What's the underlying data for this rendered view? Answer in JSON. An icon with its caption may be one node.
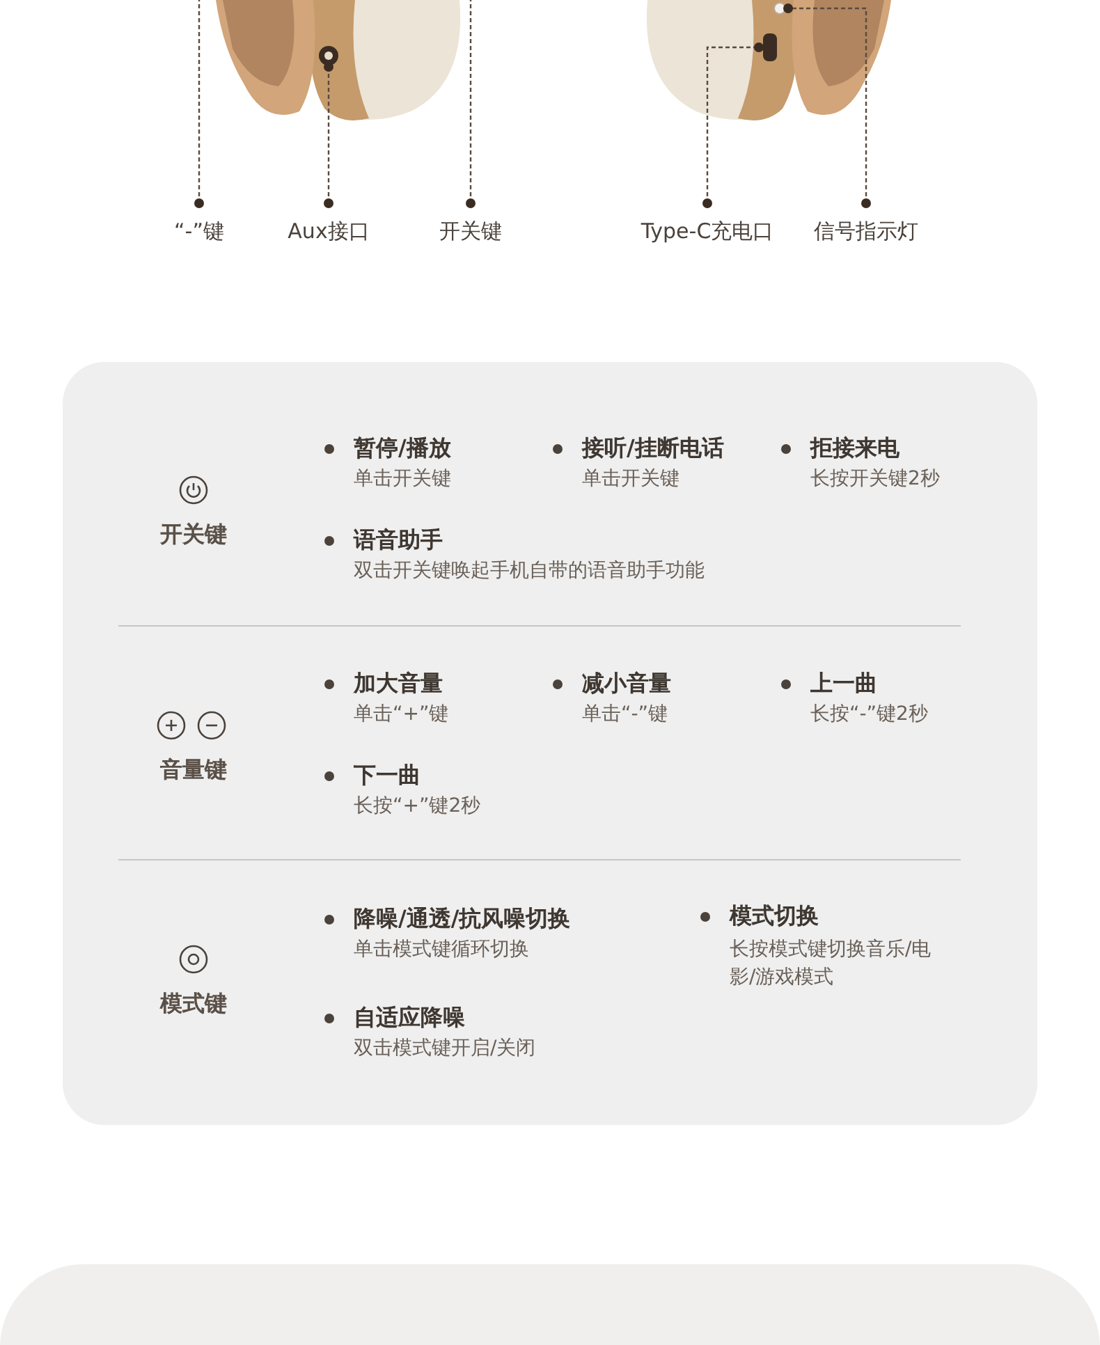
{
  "diagram": {
    "nodes": [
      {
        "text": [],
        "shape": "picture"
      },
      {
        "text": [],
        "shape": "picture",
        "in": 0
      },
      {
        "text": [],
        "shape": "picture"
      },
      {
        "text": [],
        "shape": "box",
        "in": 2
      },
      {
        "text": [],
        "shape": "circle",
        "in": 2
      },
      {
        "text": [
          "“-”键"
        ]
      },
      {
        "text": [
          "Aux接口"
        ]
      },
      {
        "text": [
          "开关键"
        ]
      },
      {
        "text": [
          "Type-C充电口"
        ]
      },
      {
        "text": [
          "信号指示灯"
        ]
      }
    ],
    "edges": [
      {
        "from": 5,
        "to": 0,
        "arrow": "other",
        "style": "dashed"
      },
      {
        "from": 6,
        "to": 1,
        "arrow": "other",
        "style": "dashed"
      },
      {
        "from": 7,
        "to": 0,
        "arrow": "other",
        "style": "dashed"
      },
      {
        "from": 8,
        "to": 3,
        "arrow": "other",
        "style": "dashed"
      },
      {
        "from": 9,
        "to": 4,
        "arrow": "other",
        "style": "dashed"
      }
    ],
    "labels": [
      "开关键",
      "暂停/播放",
      "单击开关键",
      "接听/挂断电话",
      "单击开关键",
      "拒接来电",
      "长按开关键2秒",
      "语音助手",
      "双击开关键唤起手机自带的语音助手功能",
      "音量键",
      "加大音量",
      "单击“+”键",
      "减小音量",
      "单击“-”键",
      "上一曲",
      "长按“-”键2秒",
      "下一曲",
      "长按“+”键2秒",
      "模式键",
      "降噪/通透/抗风噪切换",
      "单击模式键循环切换",
      "模式切换",
      "长按模式键切换音乐/电影/游戏模式",
      "自适应降噪",
      "双击模式键开启/关闭"
    ]
  }
}
